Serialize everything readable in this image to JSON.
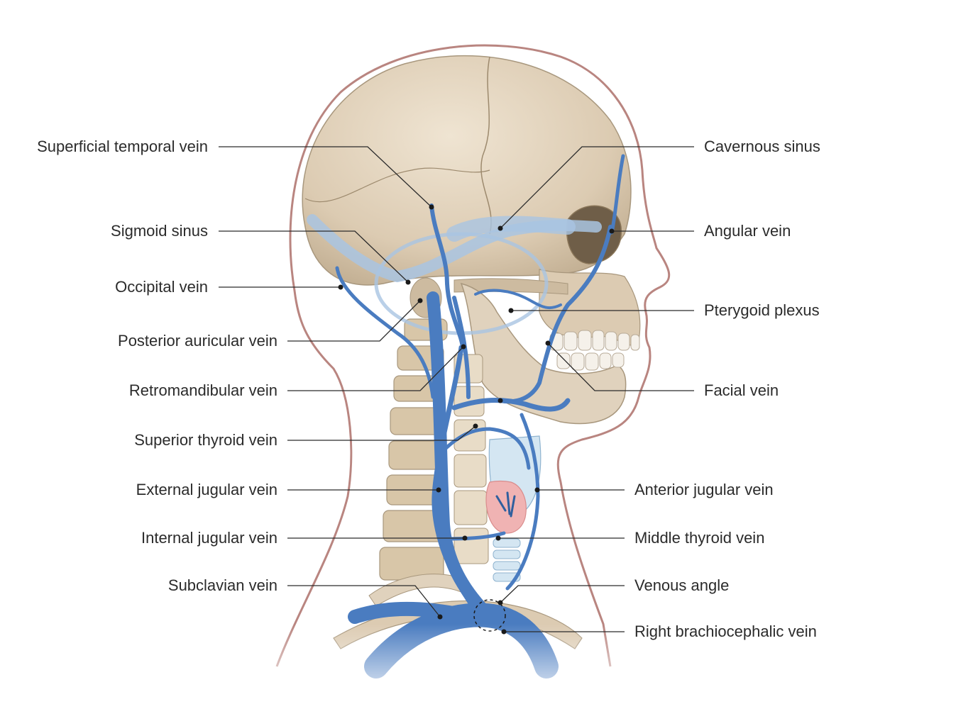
{
  "labels_left": [
    {
      "key": "superficial_temporal",
      "text": "Superficial temporal vein"
    },
    {
      "key": "sigmoid_sinus",
      "text": "Sigmoid sinus"
    },
    {
      "key": "occipital",
      "text": "Occipital vein"
    },
    {
      "key": "posterior_auricular",
      "text": "Posterior auricular vein"
    },
    {
      "key": "retromandibular",
      "text": "Retromandibular vein"
    },
    {
      "key": "superior_thyroid",
      "text": "Superior thyroid vein"
    },
    {
      "key": "external_jugular",
      "text": "External jugular vein"
    },
    {
      "key": "internal_jugular",
      "text": "Internal jugular vein"
    },
    {
      "key": "subclavian",
      "text": "Subclavian vein"
    }
  ],
  "labels_right": [
    {
      "key": "cavernous_sinus",
      "text": "Cavernous sinus"
    },
    {
      "key": "angular",
      "text": "Angular vein"
    },
    {
      "key": "pterygoid_plexus",
      "text": "Pterygoid plexus"
    },
    {
      "key": "facial",
      "text": "Facial vein"
    },
    {
      "key": "anterior_jugular",
      "text": "Anterior jugular vein"
    },
    {
      "key": "middle_thyroid",
      "text": "Middle thyroid vein"
    },
    {
      "key": "venous_angle",
      "text": "Venous angle"
    },
    {
      "key": "right_brachiocephalic",
      "text": "Right brachiocephalic vein"
    }
  ],
  "colors": {
    "vein": "#4a7cc0",
    "vein_dark": "#2f5f9e",
    "sinus": "#a9c4e2",
    "bone": "#e0d2bd",
    "bone_shade": "#bfae94",
    "outline": "#b98580",
    "leader": "#2b2b2b",
    "thyroid": "#f0b3b3",
    "cartilage": "#d4e6f2"
  }
}
